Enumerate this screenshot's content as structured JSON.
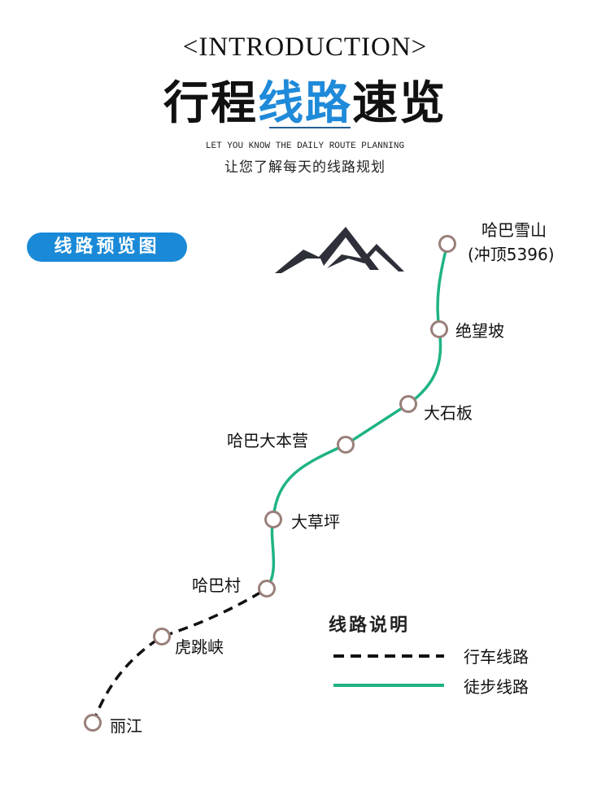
{
  "header": {
    "intro": "<INTRODUCTION>",
    "title_parts": [
      "行程",
      "线路",
      "速览"
    ],
    "subtitle_en": "LET YOU KNOW THE DAILY ROUTE PLANNING",
    "subtitle_cn": "让您了解每天的线路规划"
  },
  "section_label": "线路预览图",
  "route": {
    "stops": [
      "丽江",
      "虎跳峡",
      "哈巴村",
      "大草坪",
      "哈巴大本营",
      "大石板",
      "绝望坡",
      "哈巴雪山"
    ],
    "summit_note": "(冲顶5396)"
  },
  "legend": {
    "title": "线路说明",
    "items": [
      {
        "label": "行车线路",
        "style": "dashed",
        "color": "#111111"
      },
      {
        "label": "徒步线路",
        "style": "solid",
        "color": "#1fb385"
      }
    ]
  },
  "colors": {
    "accent": "#1a8ad8",
    "hike": "#1fb385",
    "drive": "#111111",
    "node": "#9a7f7a"
  }
}
